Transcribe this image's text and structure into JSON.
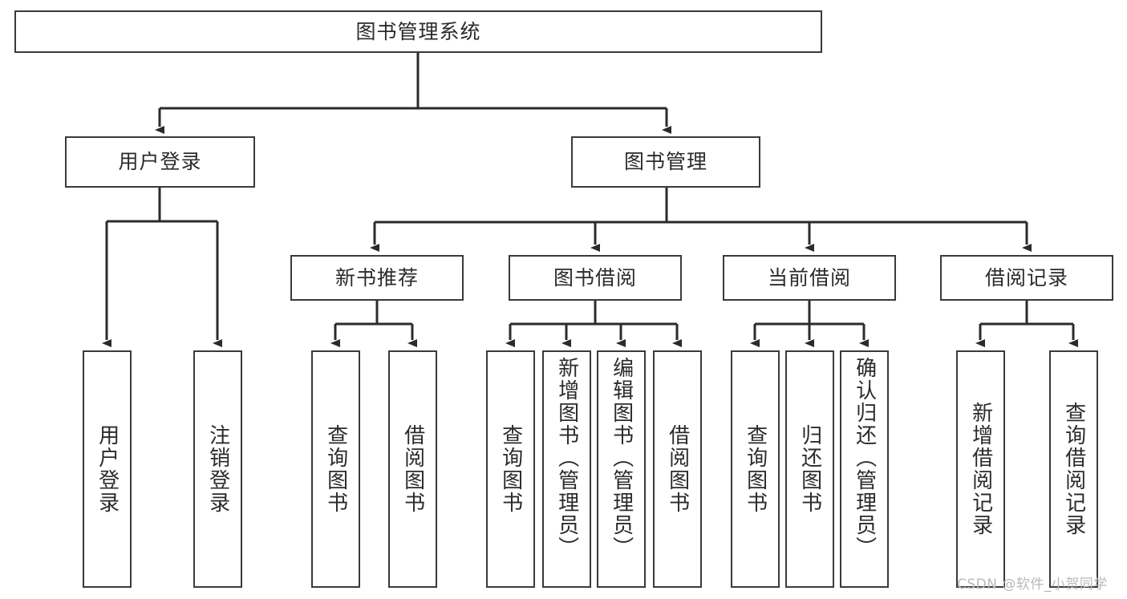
{
  "diagram": {
    "type": "tree-hierarchy-flowchart",
    "title": "图书管理系统",
    "edge_style": "orthogonal-bus-with-arrowheads",
    "colors": {
      "box_border": "#3a3a3a",
      "box_fill": "#ffffff",
      "text": "#2b2b2b",
      "edge": "#2b2b2b",
      "watermark": "#b9b9b9",
      "background": "#ffffff"
    },
    "nodes": {
      "root": {
        "label": "图书管理系统",
        "orientation": "horizontal"
      },
      "level2": [
        {
          "id": "user-login",
          "label": "用户登录",
          "orientation": "horizontal"
        },
        {
          "id": "book-management",
          "label": "图书管理",
          "orientation": "horizontal"
        }
      ],
      "level3": [
        {
          "id": "new-book-recommend",
          "label": "新书推荐",
          "orientation": "horizontal"
        },
        {
          "id": "book-borrow",
          "label": "图书借阅",
          "orientation": "horizontal"
        },
        {
          "id": "current-borrow",
          "label": "当前借阅",
          "orientation": "horizontal"
        },
        {
          "id": "borrow-record",
          "label": "借阅记录",
          "orientation": "horizontal"
        }
      ],
      "leaves": {
        "user_login_children": [
          {
            "id": "leaf-user-login",
            "label": "用户登录",
            "orientation": "vertical"
          },
          {
            "id": "leaf-logout",
            "label": "注销登录",
            "orientation": "vertical"
          }
        ],
        "new_book_recommend_children": [
          {
            "id": "leaf-query-book-1",
            "label": "查询图书",
            "orientation": "vertical"
          },
          {
            "id": "leaf-borrow-book-1",
            "label": "借阅图书",
            "orientation": "vertical"
          }
        ],
        "book_borrow_children": [
          {
            "id": "leaf-query-book-2",
            "label": "查询图书",
            "orientation": "vertical"
          },
          {
            "id": "leaf-add-book",
            "label": "新增图书（管理员）",
            "orientation": "vertical"
          },
          {
            "id": "leaf-edit-book",
            "label": "编辑图书（管理员）",
            "orientation": "vertical"
          },
          {
            "id": "leaf-borrow-book-2",
            "label": "借阅图书",
            "orientation": "vertical"
          }
        ],
        "current_borrow_children": [
          {
            "id": "leaf-query-book-3",
            "label": "查询图书",
            "orientation": "vertical"
          },
          {
            "id": "leaf-return-book",
            "label": "归还图书",
            "orientation": "vertical"
          },
          {
            "id": "leaf-confirm-return",
            "label": "确认归还（管理员）",
            "orientation": "vertical"
          }
        ],
        "borrow_record_children": [
          {
            "id": "leaf-add-record",
            "label": "新增借阅记录",
            "orientation": "vertical"
          },
          {
            "id": "leaf-query-record",
            "label": "查询借阅记录",
            "orientation": "vertical"
          }
        ]
      }
    }
  },
  "watermark": {
    "text": "CSDN @软件_小贺同学"
  }
}
